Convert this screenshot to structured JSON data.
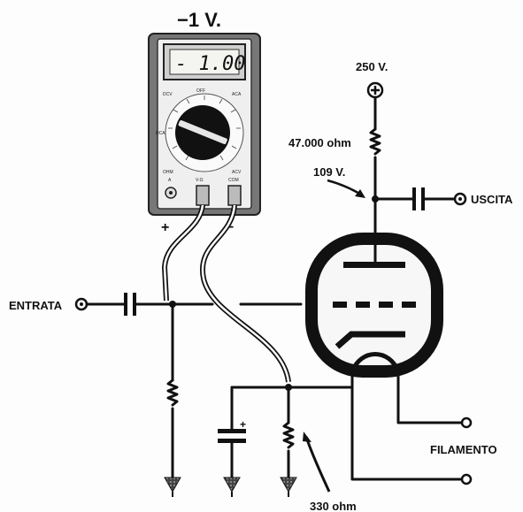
{
  "meter": {
    "reading_label": "−1 V.",
    "display": "- 1.00",
    "plus_sign": "+",
    "minus_sign": "−",
    "jack_labels": [
      "A",
      "V-Ω",
      "COM"
    ],
    "dial_labels": [
      "OFF",
      "ACA",
      "DCV",
      "DCA",
      "OHM",
      "ACV"
    ]
  },
  "labels": {
    "supply": "250 V.",
    "plate_resistor": "47.000 ohm",
    "plate_voltage": "109 V.",
    "output": "USCITA",
    "input": "ENTRATA",
    "filament": "FILAMENTO",
    "cathode_resistor": "330 ohm",
    "cap_plus": "+"
  }
}
